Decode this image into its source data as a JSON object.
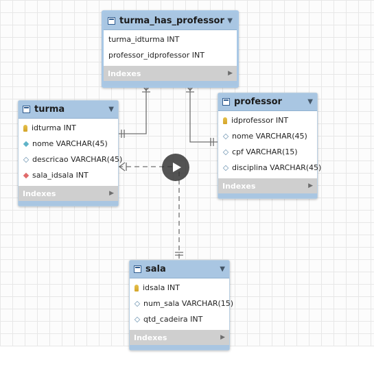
{
  "entities": {
    "turma_has_professor": {
      "title": "turma_has_professor",
      "columns": [
        {
          "text": "turma_idturma INT",
          "marker": "none"
        },
        {
          "text": "professor_idprofessor INT",
          "marker": "none"
        }
      ],
      "indexes": "Indexes"
    },
    "turma": {
      "title": "turma",
      "columns": [
        {
          "text": "idturma INT",
          "marker": "primary-key"
        },
        {
          "text": "nome VARCHAR(45)",
          "marker": "diamond-filled"
        },
        {
          "text": "descricao VARCHAR(45)",
          "marker": "diamond-hollow"
        },
        {
          "text": "sala_idsala INT",
          "marker": "diamond-red"
        }
      ],
      "indexes": "Indexes"
    },
    "professor": {
      "title": "professor",
      "columns": [
        {
          "text": "idprofessor INT",
          "marker": "primary-key"
        },
        {
          "text": "nome VARCHAR(45)",
          "marker": "diamond-hollow"
        },
        {
          "text": "cpf VARCHAR(15)",
          "marker": "diamond-hollow"
        },
        {
          "text": "disciplina VARCHAR(45)",
          "marker": "diamond-hollow"
        }
      ],
      "indexes": "Indexes"
    },
    "sala": {
      "title": "sala",
      "columns": [
        {
          "text": "idsala INT",
          "marker": "primary-key"
        },
        {
          "text": "num_sala VARCHAR(15)",
          "marker": "diamond-hollow"
        },
        {
          "text": "qtd_cadeira INT",
          "marker": "diamond-hollow"
        }
      ],
      "indexes": "Indexes"
    }
  },
  "icons": {
    "table": "table-icon",
    "collapse": "collapse-icon",
    "expand": "expand-arrow-icon",
    "play": "play-icon"
  },
  "colors": {
    "header": "#a9c6e2",
    "indexes_bar": "#cfcfcf",
    "connector": "#7a7a7a"
  }
}
